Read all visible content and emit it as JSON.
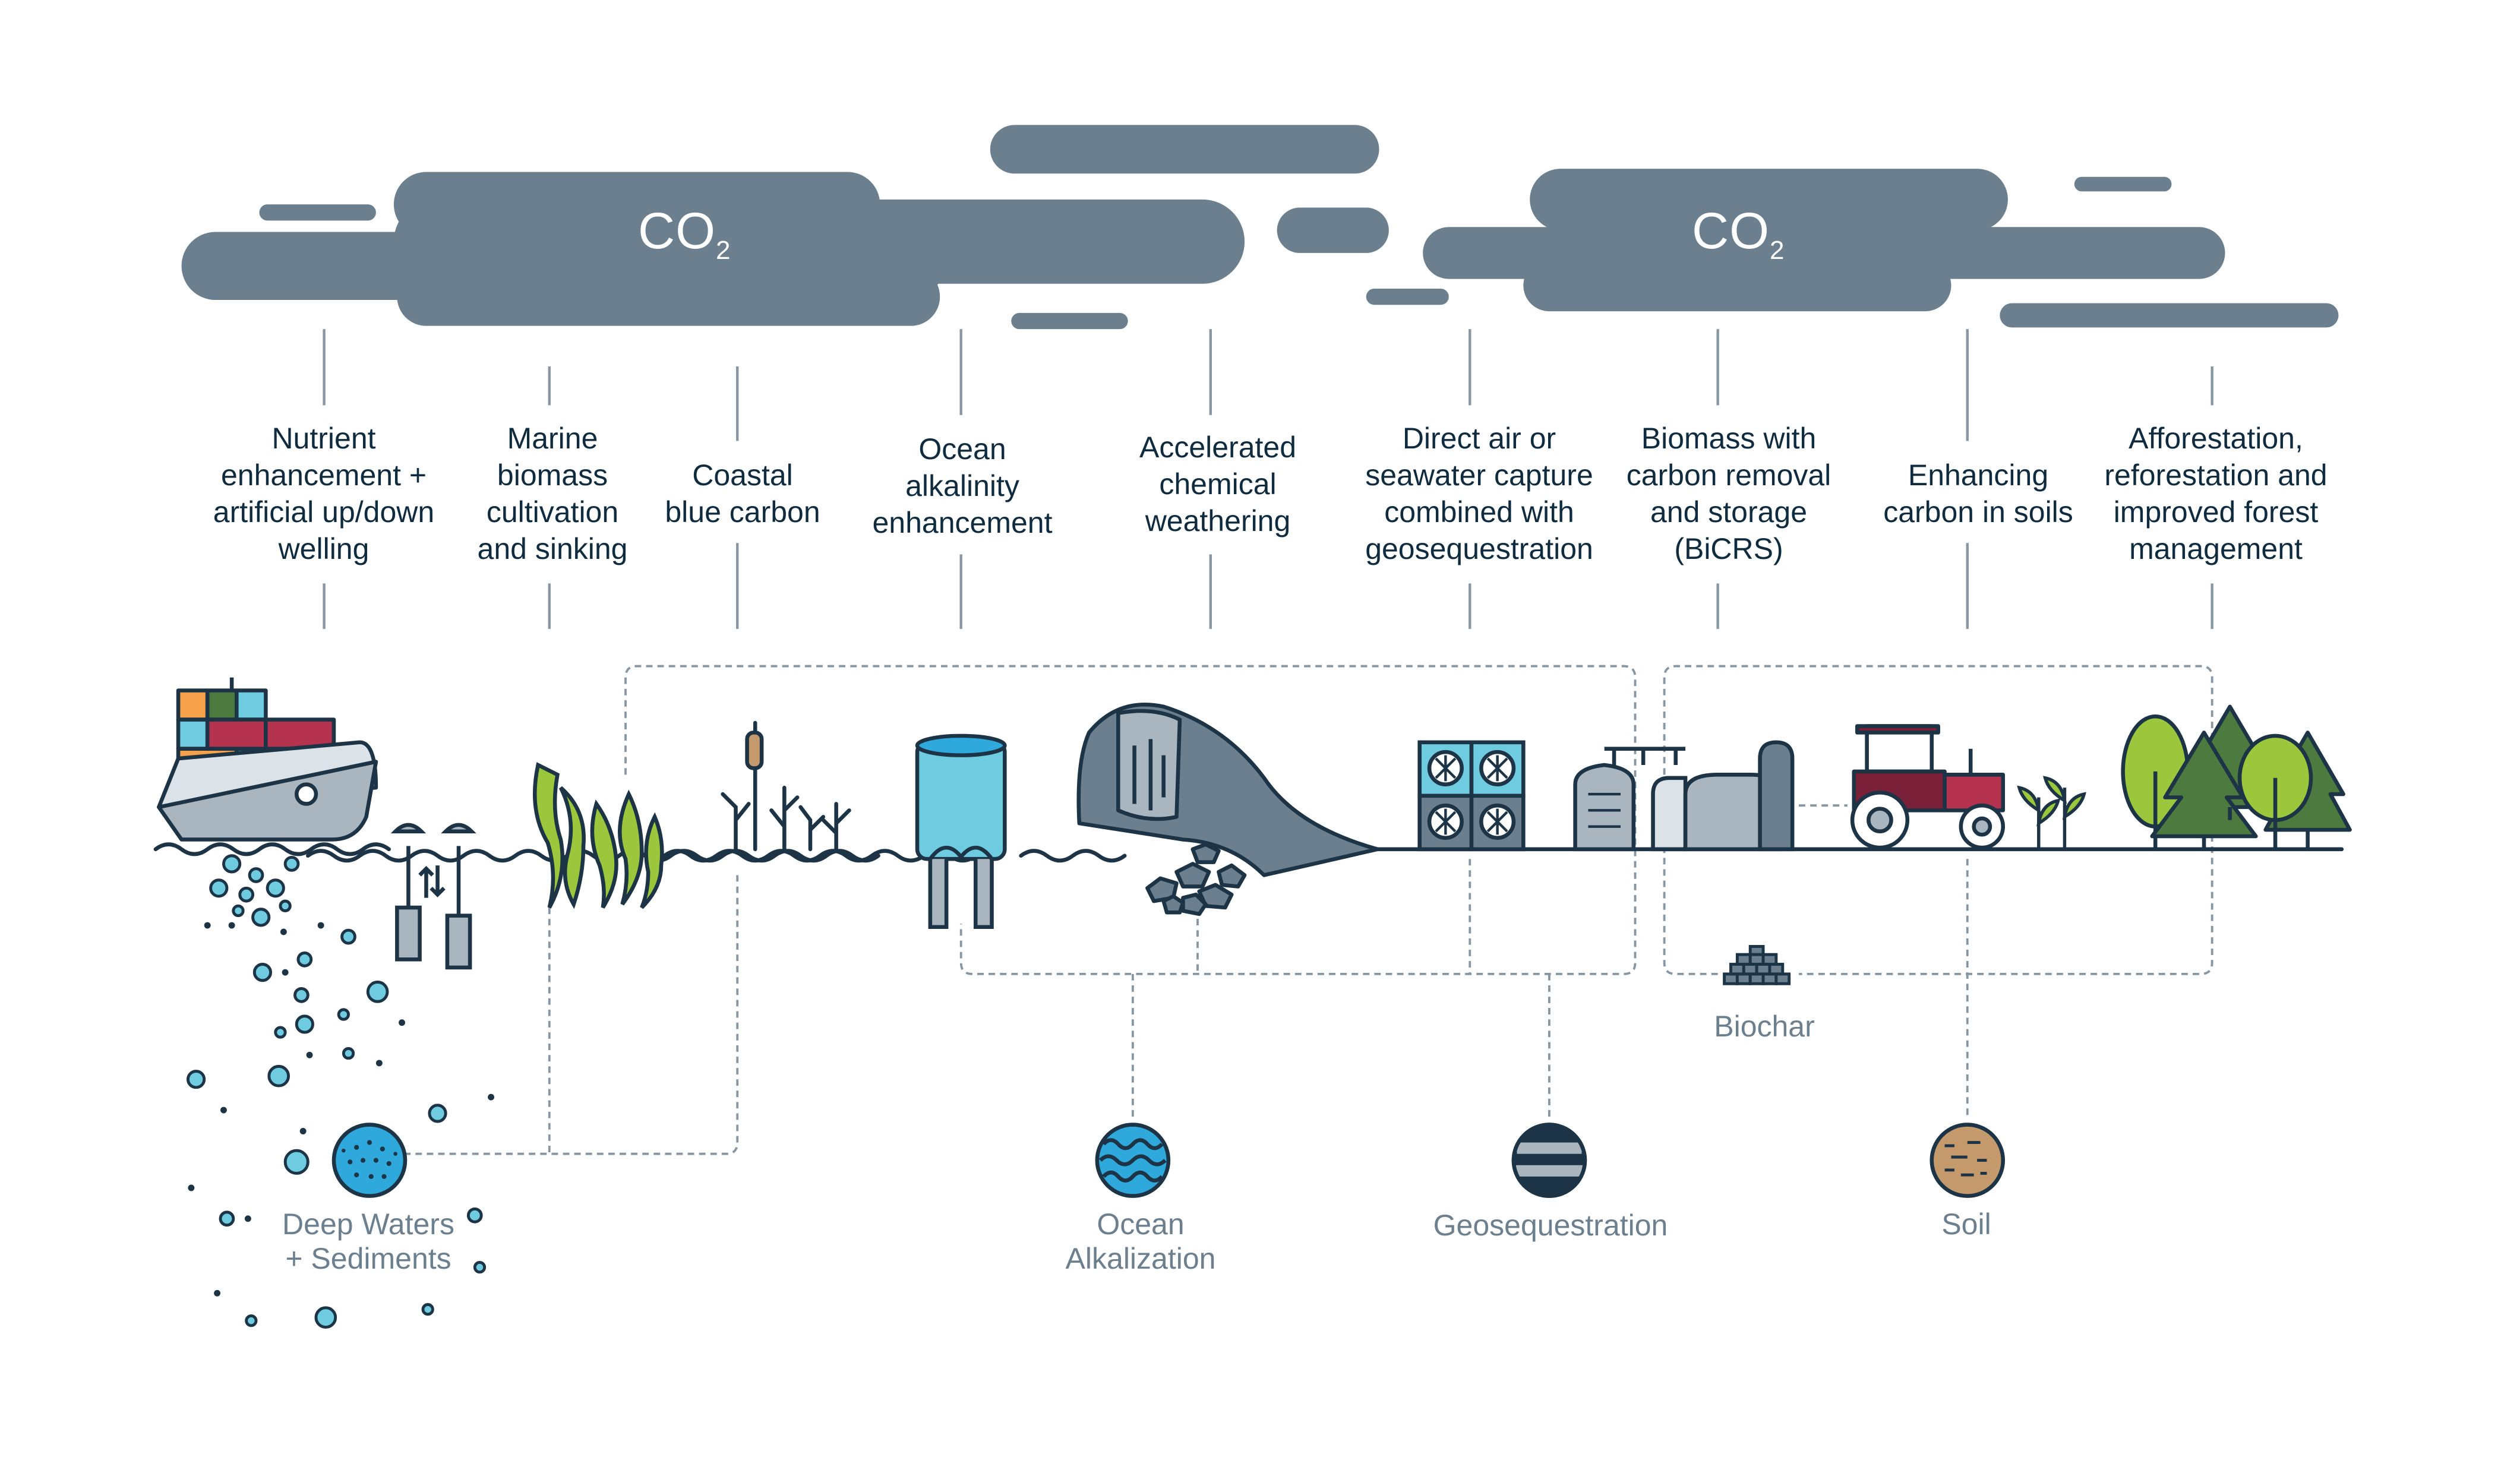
{
  "clouds": {
    "left": {
      "formula": "CO",
      "subscript": "2"
    },
    "right": {
      "formula": "CO",
      "subscript": "2"
    }
  },
  "approaches": [
    {
      "id": "nutrient",
      "label": "Nutrient\nenhancement +\nartificial up/down\nwelling"
    },
    {
      "id": "marine-biomass",
      "label": "Marine\nbiomass\ncultivation\nand sinking"
    },
    {
      "id": "coastal",
      "label": "Coastal\nblue carbon"
    },
    {
      "id": "ocean-alkalinity",
      "label": "Ocean\nalkalinity\nenhancement"
    },
    {
      "id": "weathering",
      "label": "Accelerated\nchemical\nweathering"
    },
    {
      "id": "dac",
      "label": "Direct air or\nseawater capture\ncombined with\ngeosequestration"
    },
    {
      "id": "bicrs",
      "label": "Biomass with\ncarbon removal\nand storage\n(BiCRS)"
    },
    {
      "id": "soils",
      "label": "Enhancing\ncarbon in soils"
    },
    {
      "id": "forests",
      "label": "Afforestation,\nreforestation and\nimproved forest\nmanagement"
    }
  ],
  "sinks": [
    {
      "id": "deep-waters",
      "label": "Deep Waters\n+ Sediments"
    },
    {
      "id": "ocean-alkalization",
      "label": "Ocean\nAlkalization"
    },
    {
      "id": "geosequestration",
      "label": "Geosequestration"
    },
    {
      "id": "biochar",
      "label": "Biochar"
    },
    {
      "id": "soil",
      "label": "Soil"
    }
  ],
  "colors": {
    "cloud": "#6b7f8e",
    "outline": "#1d3447",
    "water_blue": "#2fa8dc",
    "light_blue": "#6ecbe0",
    "seaweed": "#9cc63b",
    "tree_light": "#9cc63b",
    "tree_dark": "#4d7a3e",
    "tractor": "#7a2038",
    "soil": "#c49a6c",
    "container_orange": "#f5a04a",
    "container_green": "#4d7a3e",
    "container_red": "#b5334f"
  }
}
